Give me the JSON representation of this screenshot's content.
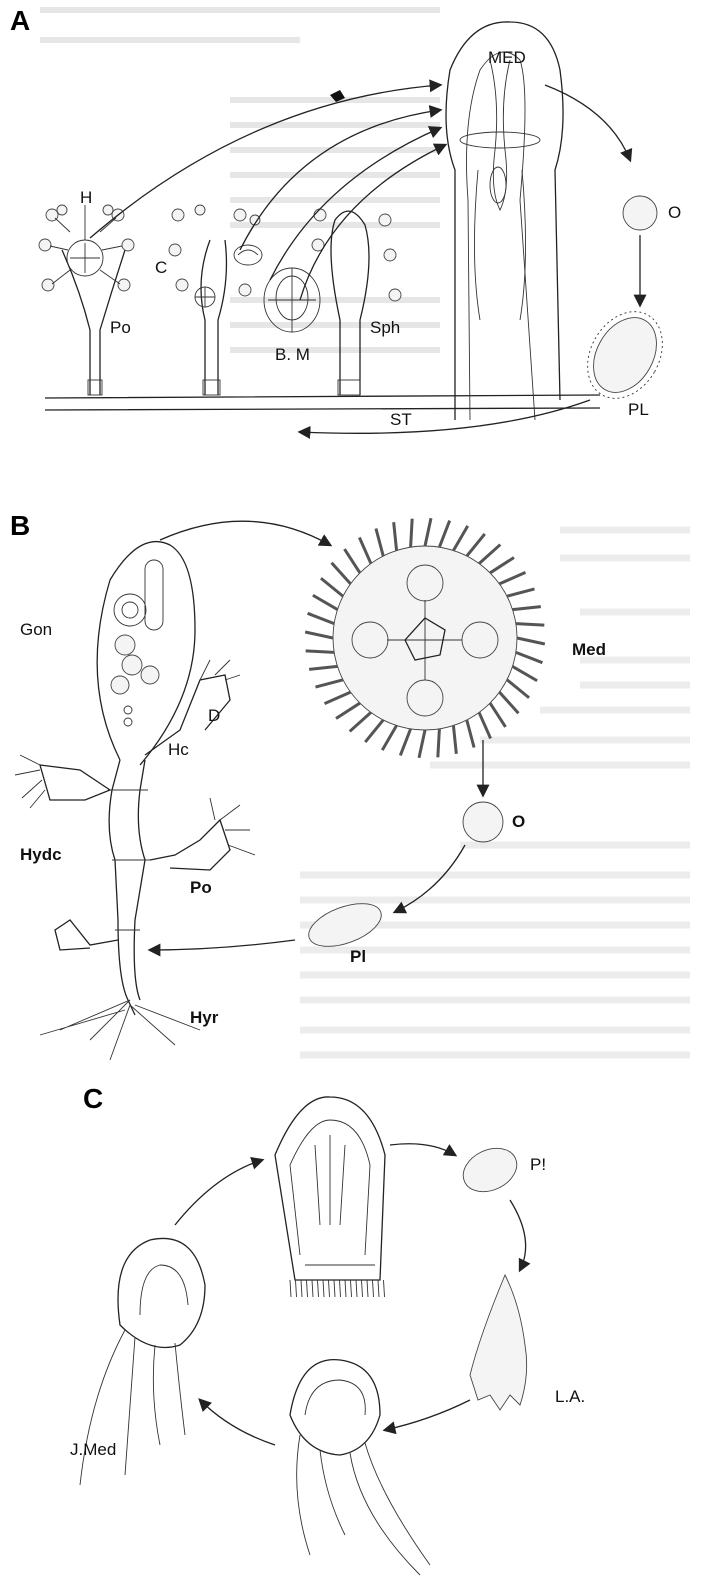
{
  "panels": [
    {
      "letter": "A",
      "labels": {
        "med": "MED",
        "o": "O",
        "pl": "PL",
        "h": "H",
        "c": "C",
        "po": "Po",
        "bm": "B. M",
        "sph": "Sph",
        "st": "ST"
      }
    },
    {
      "letter": "B",
      "labels": {
        "gon": "Gon",
        "med": "Med",
        "d": "D",
        "hc": "Hc",
        "hydc": "Hydc",
        "po": "Po",
        "o": "O",
        "pl": "Pl",
        "hyr": "Hyr"
      }
    },
    {
      "letter": "C",
      "labels": {
        "pl": "P!",
        "la": "L.A.",
        "jmed": "J.Med"
      }
    }
  ],
  "colors": {
    "line": "#222222",
    "background": "#ffffff"
  }
}
